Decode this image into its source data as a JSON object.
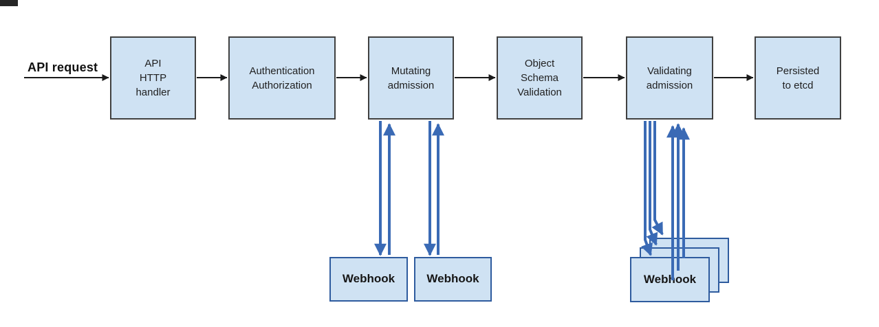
{
  "colors": {
    "node_fill": "#cfe2f3",
    "node_border": "#404040",
    "webhook_border": "#2e5b9e",
    "flow_arrow": "#1a1a1a",
    "webhook_arrow": "#3a6ab5",
    "text": "#1f1f1f"
  },
  "flow": {
    "request_label": "API request",
    "nodes": [
      {
        "id": "api-http-handler",
        "label": "API\nHTTP\nhandler"
      },
      {
        "id": "authentication-authorization",
        "label": "Authentication\nAuthorization"
      },
      {
        "id": "mutating-admission",
        "label": "Mutating\nadmission"
      },
      {
        "id": "object-schema-validation",
        "label": "Object\nSchema\nValidation"
      },
      {
        "id": "validating-admission",
        "label": "Validating\nadmission"
      },
      {
        "id": "persisted-to-etcd",
        "label": "Persisted\nto etcd"
      }
    ],
    "edges": [
      {
        "from": "api-request",
        "to": "api-http-handler",
        "style": "black-arrow"
      },
      {
        "from": "api-http-handler",
        "to": "authentication-authorization",
        "style": "black-arrow"
      },
      {
        "from": "authentication-authorization",
        "to": "mutating-admission",
        "style": "black-arrow"
      },
      {
        "from": "mutating-admission",
        "to": "object-schema-validation",
        "style": "black-arrow"
      },
      {
        "from": "object-schema-validation",
        "to": "validating-admission",
        "style": "black-arrow"
      },
      {
        "from": "validating-admission",
        "to": "persisted-to-etcd",
        "style": "black-arrow"
      },
      {
        "from": "mutating-admission",
        "to": "mutating-webhook-1",
        "style": "blue-bidirectional"
      },
      {
        "from": "mutating-admission",
        "to": "mutating-webhook-2",
        "style": "blue-bidirectional"
      },
      {
        "from": "validating-admission",
        "to": "validating-webhook-stack",
        "style": "blue-bidirectional-x3"
      }
    ]
  },
  "webhooks": {
    "mutating": [
      {
        "id": "mutating-webhook-1",
        "label": "Webhook"
      },
      {
        "id": "mutating-webhook-2",
        "label": "Webhook"
      }
    ],
    "validating": [
      {
        "id": "validating-webhook-stack",
        "label": "Webhook",
        "stack_count": 3
      }
    ]
  }
}
